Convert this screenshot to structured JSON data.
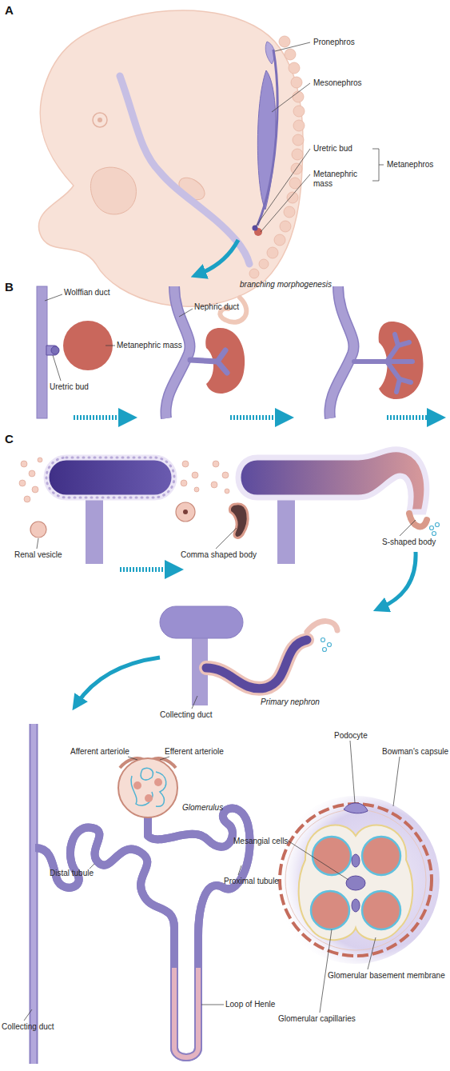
{
  "diagram": {
    "labels": [
      "A",
      "Pronephros",
      "Mesonephros",
      "Uretric bud",
      "Metanephric mass",
      "Metanephros",
      "B",
      "branching morphogenesis",
      "Wolffian duct",
      "Metanephric mass",
      "Uretric bud",
      "Nephric duct",
      "C",
      "Renal vesicle",
      "Comma shaped body",
      "S-shaped body",
      "Primary nephron",
      "Collecting duct",
      "Afferent arteriole",
      "Efferent arteriole",
      "Glomerulus",
      "Podocyte",
      "Bowman's capsule",
      "Mesangial cells",
      "Distal tubule",
      "Proximal tubule",
      "Glomerular capillaries",
      "Glomerular basement membrane",
      "Collecting duct",
      "Loop of Henle"
    ]
  }
}
